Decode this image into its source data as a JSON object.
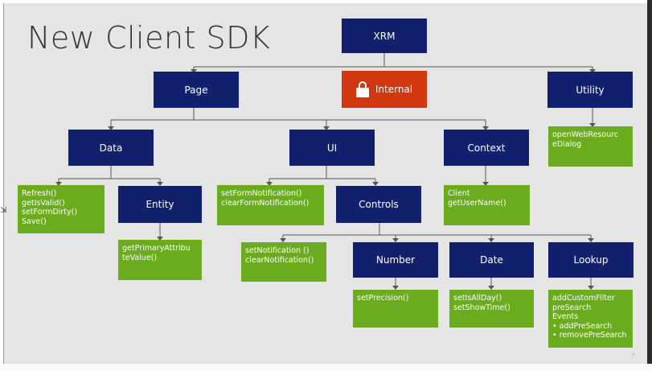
{
  "title": "New Client SDK",
  "page_number": "7",
  "nodes": {
    "xrm": "XRM",
    "page": "Page",
    "internal": "Internal",
    "utility": "Utility",
    "data": "Data",
    "ui": "UI",
    "context": "Context",
    "entity": "Entity",
    "controls": "Controls",
    "number": "Number",
    "date": "Date",
    "lookup": "Lookup"
  },
  "lists": {
    "utility_methods": [
      "openWebResourc",
      "eDialog"
    ],
    "data_methods": [
      "Refresh()",
      "getIsValid()",
      "setFormDirty()",
      "Save()"
    ],
    "entity_methods": [
      "getPrimaryAttribu",
      "teValue()"
    ],
    "ui_methods": [
      "setFormNotification()",
      "clearFormNotification()"
    ],
    "context_methods": [
      "Client",
      "getUserName()"
    ],
    "controls_methods": [
      "setNotification ()",
      "clearNotification()"
    ],
    "number_methods": [
      "setPrecision()"
    ],
    "date_methods": [
      "setIsAllDay()",
      "setShowTime()"
    ],
    "lookup_methods": [
      "addCustomFilter",
      "preSearch",
      "Events",
      "• addPreSearch",
      "• removePreSearch"
    ]
  },
  "colors": {
    "node": "#12216e",
    "internal": "#d2380f",
    "method_list": "#6bab1e",
    "background": "#e5e5e5",
    "connector": "#555555"
  },
  "icons": {
    "internal": "lock-icon"
  }
}
